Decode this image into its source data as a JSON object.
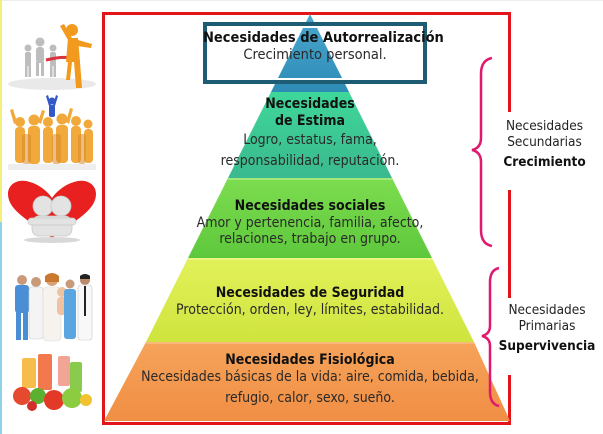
{
  "diagram": {
    "type": "maslow-pyramid",
    "levels": [
      {
        "id": "autorrealizacion",
        "title": "Necesidades de Autorrealización",
        "lines": [
          "Crecimiento personal."
        ],
        "color": "#3a9cc4"
      },
      {
        "id": "estima",
        "title_lines": [
          "Necesidades",
          "de Estima"
        ],
        "lines": [
          "Logro, estatus, fama,",
          "responsabilidad, reputación."
        ],
        "color": "#3ec89a"
      },
      {
        "id": "sociales",
        "title": "Necesidades sociales",
        "lines": [
          "Amor y pertenencia, familia, afecto,",
          "relaciones, trabajo en grupo."
        ],
        "color": "#6fd64a"
      },
      {
        "id": "seguridad",
        "title": "Necesidades de Seguridad",
        "lines": [
          "Protección, orden, ley, límites, estabilidad."
        ],
        "color": "#d6ec4a"
      },
      {
        "id": "fisiologica",
        "title": "Necesidades Fisiológica",
        "lines": [
          "Necesidades básicas de la vida: aire, comida, bebida,",
          "refugio, calor, sexo, sueño."
        ],
        "color": "#f4994e"
      }
    ],
    "groups": [
      {
        "id": "secundarias",
        "label_lines": [
          "Necesidades",
          "Secundarias"
        ],
        "category": "Crecimiento",
        "brace_color": "#e0196e"
      },
      {
        "id": "primarias",
        "label_lines": [
          "Necesidades",
          "Primarias"
        ],
        "category": "Supervivencia",
        "brace_color": "#e0196e"
      }
    ],
    "frame_color": "#e3151b",
    "top_box_border_color": "#1d5c72",
    "images": [
      {
        "id": "winner",
        "icon": "finish-line-winner-icon"
      },
      {
        "id": "crowd",
        "icon": "crowd-leader-icon"
      },
      {
        "id": "heart",
        "icon": "heart-hug-icon"
      },
      {
        "id": "family-doctors",
        "icon": "family-doctors-icon"
      },
      {
        "id": "food",
        "icon": "fruits-vegetables-icon"
      }
    ]
  }
}
